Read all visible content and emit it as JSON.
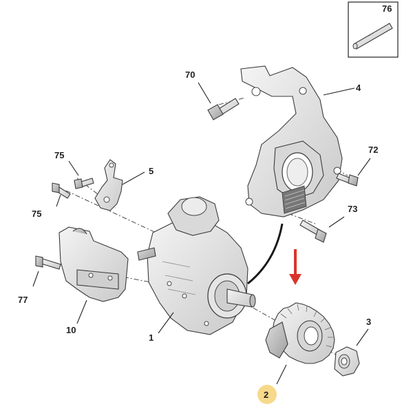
{
  "diagram": {
    "inset": {
      "callout": "76",
      "part": "stud"
    },
    "callouts": [
      {
        "id": "70",
        "part": "bolt"
      },
      {
        "id": "4",
        "part": "pump-bracket"
      },
      {
        "id": "72",
        "part": "bolt"
      },
      {
        "id": "75a",
        "label": "75",
        "part": "bolt"
      },
      {
        "id": "5",
        "part": "support-bracket"
      },
      {
        "id": "75b",
        "label": "75",
        "part": "bolt"
      },
      {
        "id": "73",
        "part": "bolt"
      },
      {
        "id": "77",
        "part": "bolt"
      },
      {
        "id": "10",
        "part": "pump-mount-bracket"
      },
      {
        "id": "1",
        "part": "high-pressure-pump"
      },
      {
        "id": "3",
        "part": "nut"
      },
      {
        "id": "2",
        "part": "sprocket",
        "highlighted": true
      }
    ],
    "colors": {
      "highlight": "#f7d98b",
      "arrow": "#d9342b",
      "part_fill": "#e9e9e9",
      "part_shade": "#bdbdbd",
      "line": "#222222"
    }
  }
}
